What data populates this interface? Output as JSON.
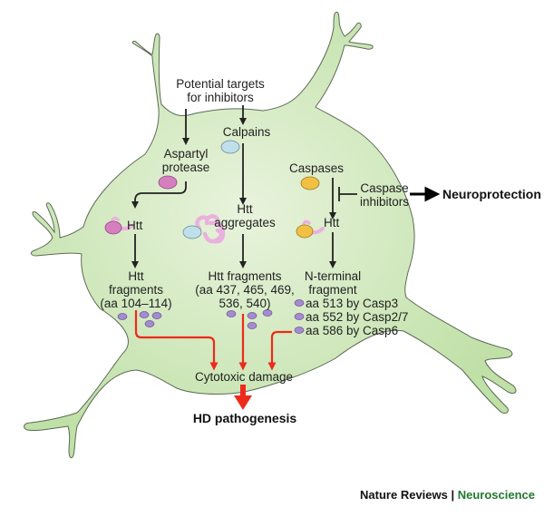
{
  "colors": {
    "cell_fill_light": "#e8f3dc",
    "cell_fill_dark": "#bfe0a6",
    "cell_outline": "#5c6b55",
    "arrow_dark": "#222222",
    "arrow_red": "#ee2a1b",
    "calpain": "#bfe0ea",
    "aspartyl_protease": "#d67fc0",
    "caspase": "#f2c043",
    "htt_tail": "#eab1de",
    "fragment": "#a48bd0",
    "journal_green": "#1f7a2e"
  },
  "labels": {
    "potential_targets": [
      "Potential targets",
      "for inhibitors"
    ],
    "aspartyl_protease": [
      "Aspartyl",
      "protease"
    ],
    "calpains": "Calpains",
    "caspases": "Caspases",
    "caspase_inhibitors": [
      "Caspase",
      "inhibitors"
    ],
    "neuroprotection": "Neuroprotection",
    "htt_left": "Htt",
    "htt_aggregates": [
      "Htt",
      "aggregates"
    ],
    "htt_right": "Htt",
    "htt_fragments_left": [
      "Htt",
      "fragments",
      "(aa 104–114)"
    ],
    "htt_fragments_middle": [
      "Htt fragments",
      "(aa 437, 465, 469,",
      "536, 540)"
    ],
    "n_terminal_fragment": [
      "N-terminal",
      "fragment"
    ],
    "caspase_cleavage_sites": [
      "aa 513 by Casp3",
      "aa 552 by Casp2/7",
      "aa 586 by Casp6"
    ],
    "cytotoxic_damage": "Cytotoxic damage",
    "hd_pathogenesis": "HD pathogenesis"
  },
  "credit": {
    "publisher": "Nature Reviews",
    "separator": " | ",
    "journal": "Neuroscience"
  }
}
